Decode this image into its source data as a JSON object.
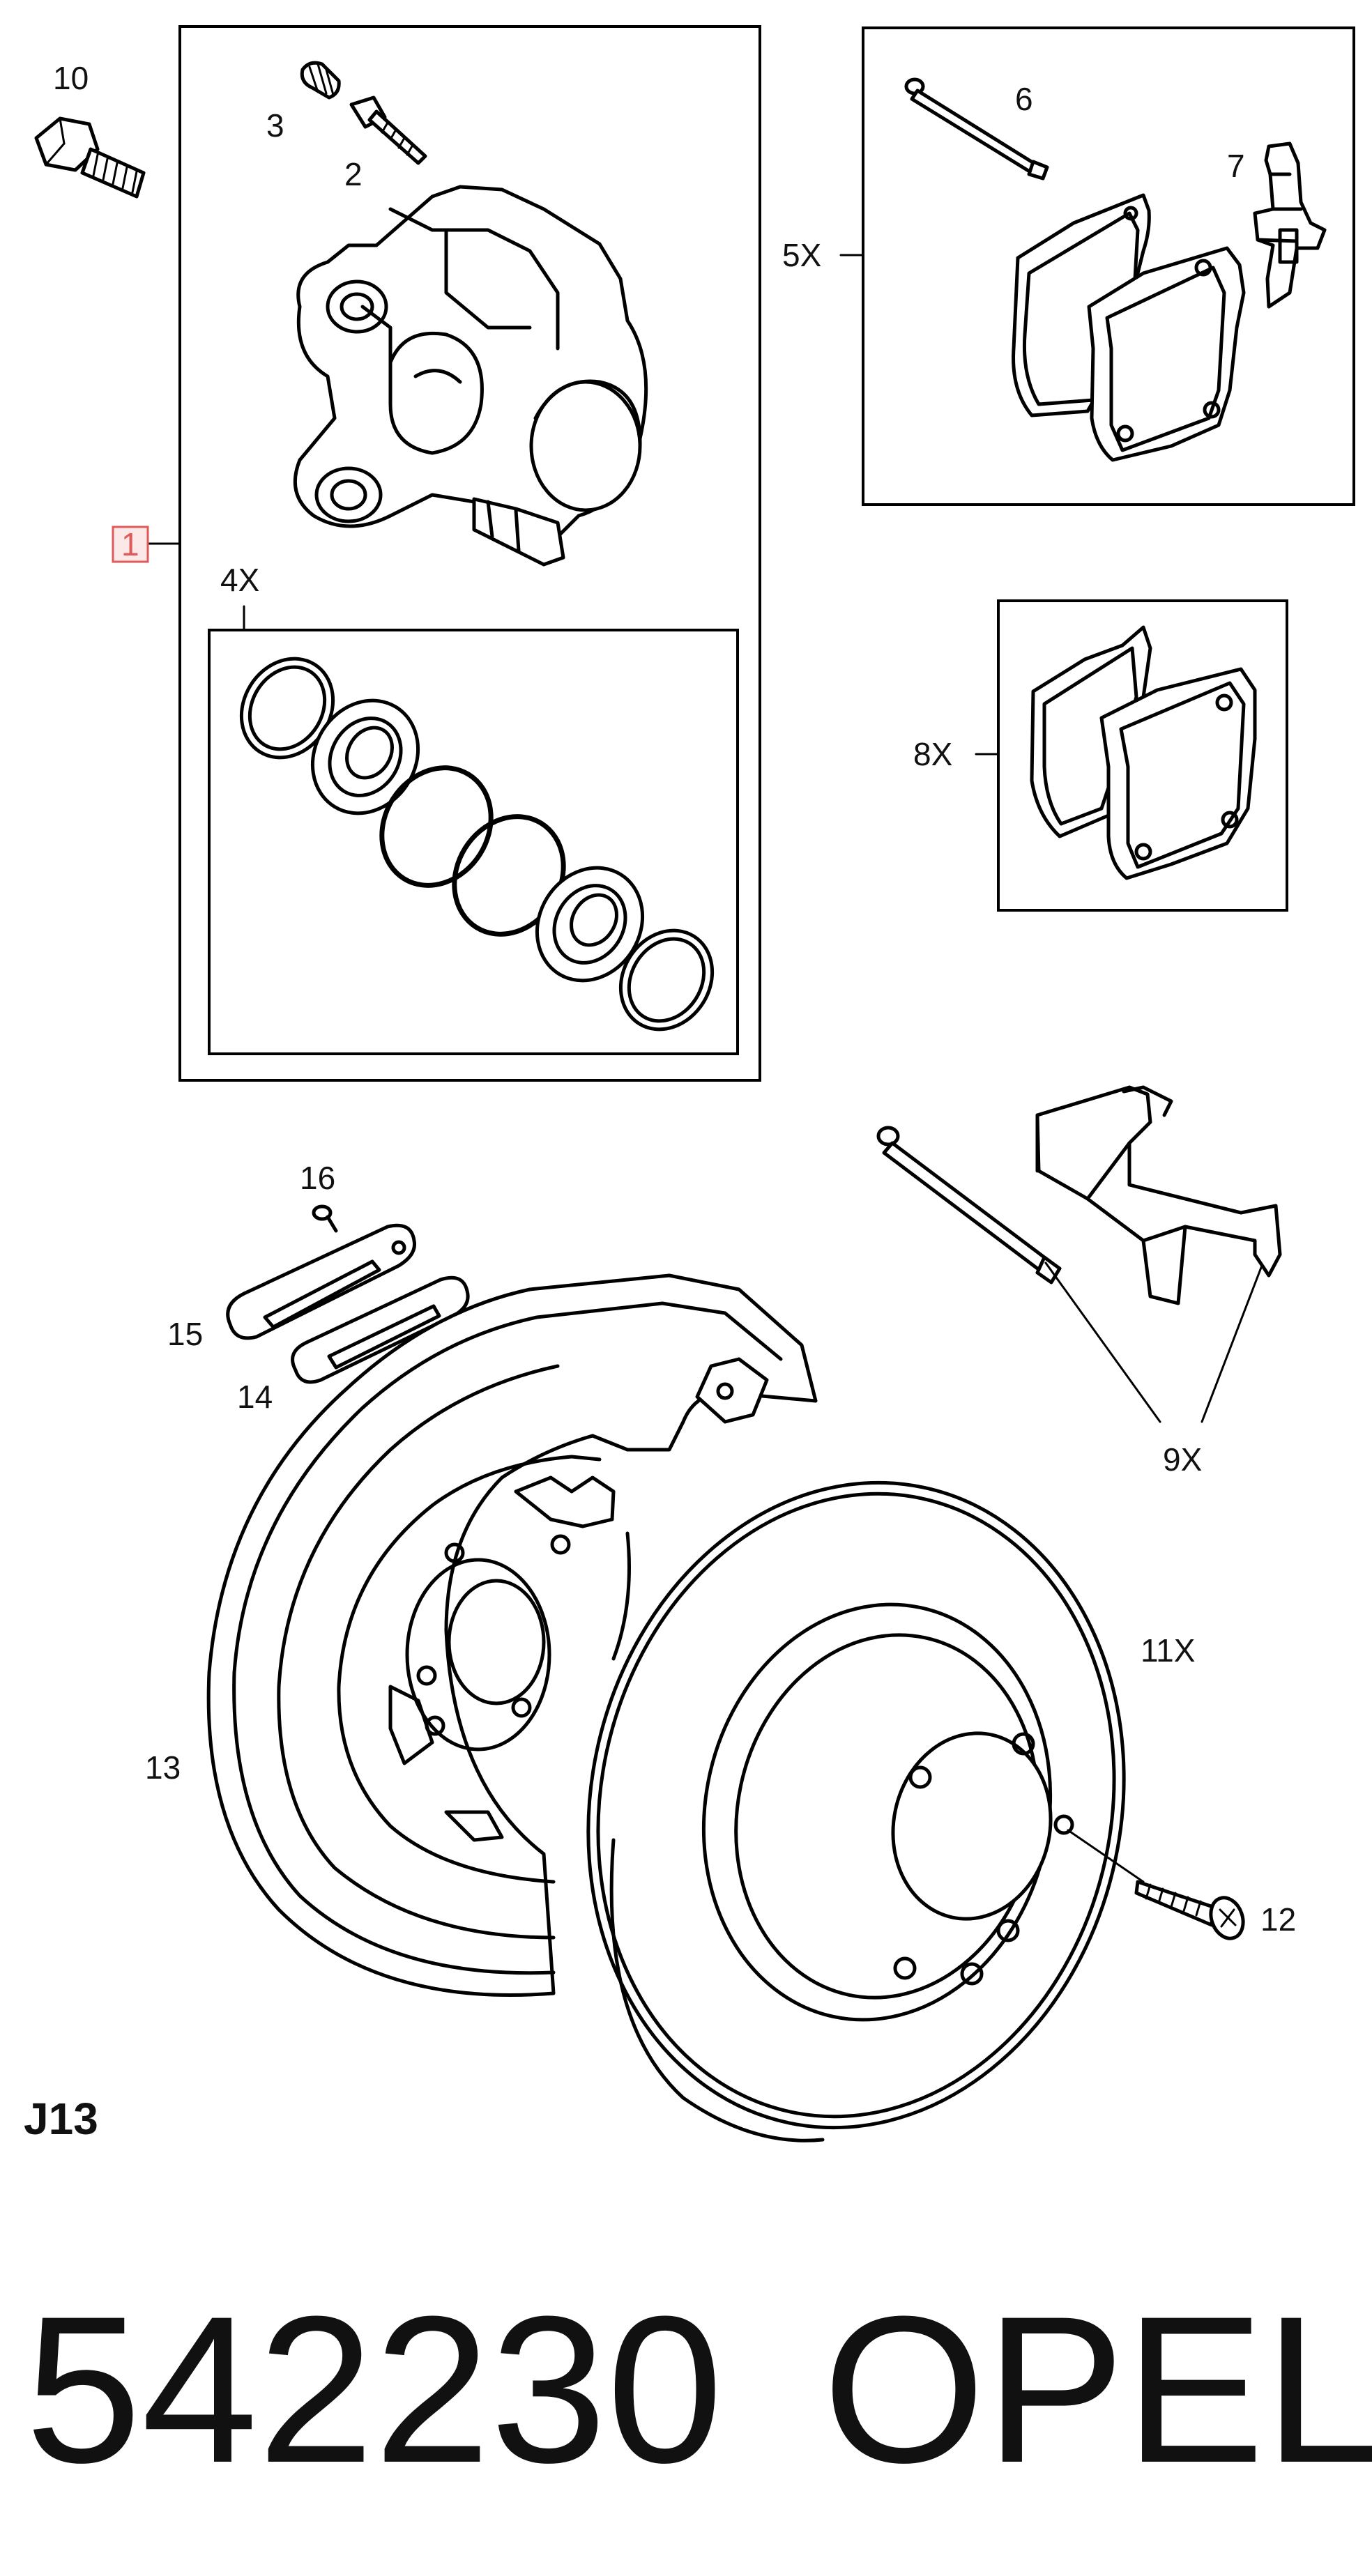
{
  "diagram": {
    "callouts": {
      "c10": "10",
      "c3": "3",
      "c2": "2",
      "c1": "1",
      "c4x": "4X",
      "c6": "6",
      "c7": "7",
      "c5x": "5X",
      "c8x": "8X",
      "c16": "16",
      "c15": "15",
      "c14": "14",
      "c9x": "9X",
      "c11x": "11X",
      "c13": "13",
      "c12": "12"
    },
    "sheet_code": "J13",
    "part_number": "542230",
    "brand": "OPEL",
    "highlight_color": "#e05a5a"
  }
}
